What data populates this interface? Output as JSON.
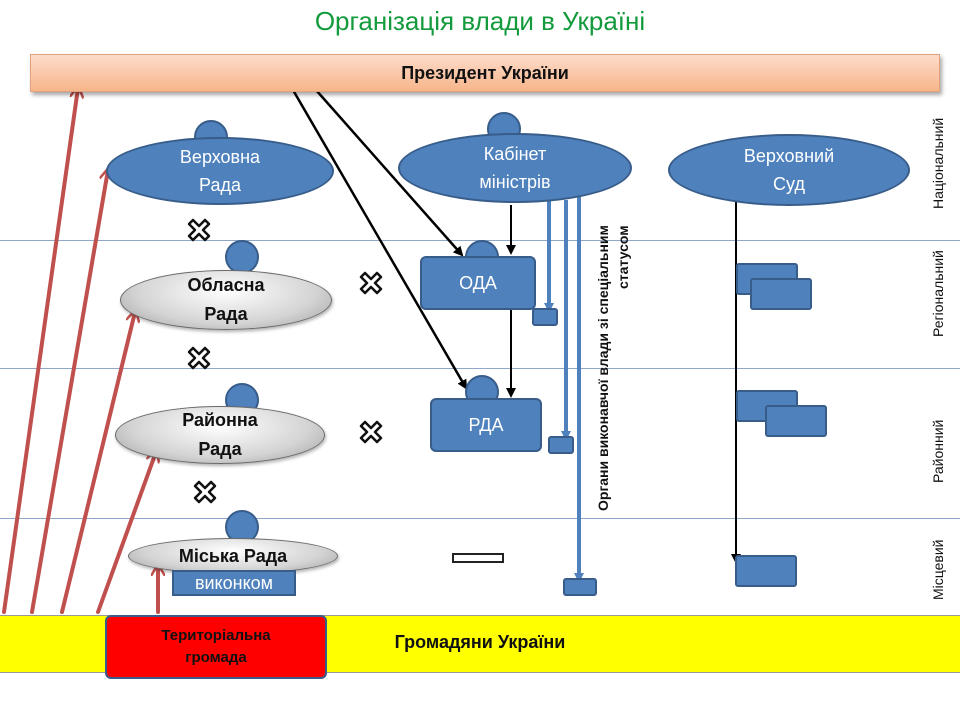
{
  "title": "Організація влади в Україні",
  "president": "Президент України",
  "national": {
    "verkhovna_rada": "Верховна\nРада",
    "cabinet": "Кабінет\nміністрів",
    "supreme_court": "Верховний\nСуд"
  },
  "councils": {
    "oblast": "Обласна\nРада",
    "raion": "Районна\nРада",
    "city": "Міська Рада",
    "executive_committee": "виконком"
  },
  "administrations": {
    "oda": "ОДА",
    "rda": "РДА"
  },
  "special_status_bodies": "Органи виконавчої влади зі спеціальним\nстатусом",
  "levels": {
    "national": "Національний",
    "regional": "Регіональний",
    "district": "Районний",
    "local": "Місцевий"
  },
  "citizens": "Громадяни України",
  "territorial_community": "Територіальна\nгромада",
  "colors": {
    "title": "#139a3c",
    "node_blue": "#4f81bd",
    "node_border": "#385d8a",
    "red_arrow": "#c0504d",
    "citizens_band": "#ffff00",
    "community": "#ff0000"
  }
}
